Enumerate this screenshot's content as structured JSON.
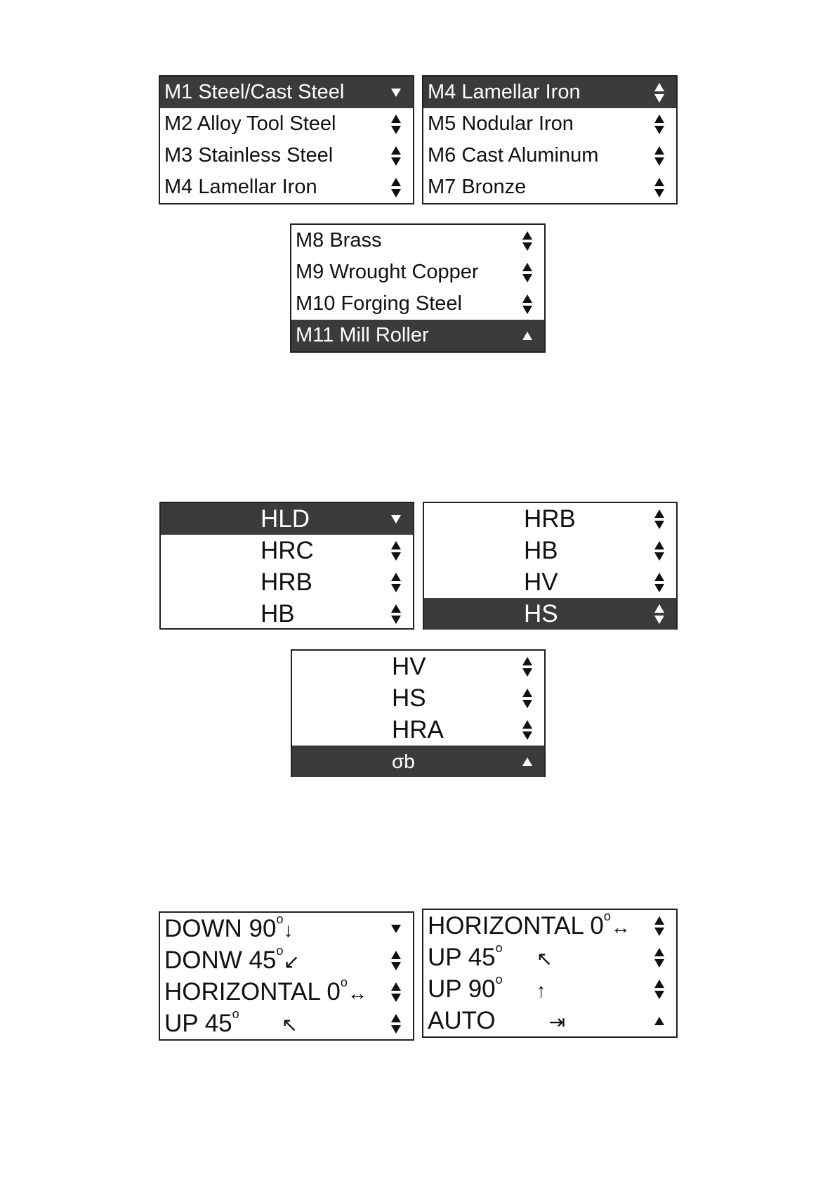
{
  "colors": {
    "selected_bg": "#3b3b3b",
    "selected_fg": "#ffffff",
    "border": "#222222"
  },
  "material_menus": [
    {
      "items": [
        {
          "label": "M1 Steel/Cast Steel",
          "selected": true,
          "arrow": "down"
        },
        {
          "label": "M2 Alloy Tool Steel",
          "selected": false,
          "arrow": "updown"
        },
        {
          "label": "M3 Stainless Steel",
          "selected": false,
          "arrow": "updown"
        },
        {
          "label": "M4 Lamellar Iron",
          "selected": false,
          "arrow": "updown"
        }
      ]
    },
    {
      "items": [
        {
          "label": "M4 Lamellar Iron",
          "selected": true,
          "arrow": "updown"
        },
        {
          "label": "M5 Nodular Iron",
          "selected": false,
          "arrow": "updown"
        },
        {
          "label": "M6 Cast Aluminum",
          "selected": false,
          "arrow": "updown"
        },
        {
          "label": "M7 Bronze",
          "selected": false,
          "arrow": "updown"
        }
      ]
    },
    {
      "items": [
        {
          "label": "M8 Brass",
          "selected": false,
          "arrow": "updown"
        },
        {
          "label": "M9 Wrought Copper",
          "selected": false,
          "arrow": "updown"
        },
        {
          "label": "M10 Forging Steel",
          "selected": false,
          "arrow": "updown"
        },
        {
          "label": "M11 Mill Roller",
          "selected": true,
          "arrow": "up"
        }
      ]
    }
  ],
  "hardness_menus": [
    {
      "items": [
        {
          "label": "HLD",
          "selected": true,
          "arrow": "down"
        },
        {
          "label": "HRC",
          "selected": false,
          "arrow": "updown"
        },
        {
          "label": "HRB",
          "selected": false,
          "arrow": "updown"
        },
        {
          "label": "HB",
          "selected": false,
          "arrow": "updown"
        }
      ]
    },
    {
      "items": [
        {
          "label": "HRB",
          "selected": false,
          "arrow": "updown"
        },
        {
          "label": "HB",
          "selected": false,
          "arrow": "updown"
        },
        {
          "label": "HV",
          "selected": false,
          "arrow": "updown"
        },
        {
          "label": "HS",
          "selected": true,
          "arrow": "updown"
        }
      ]
    },
    {
      "items": [
        {
          "label": "HV",
          "selected": false,
          "arrow": "updown"
        },
        {
          "label": "HS",
          "selected": false,
          "arrow": "updown"
        },
        {
          "label": "HRA",
          "selected": false,
          "arrow": "updown"
        },
        {
          "label": "σb",
          "selected": true,
          "arrow": "up"
        }
      ]
    }
  ],
  "direction_menus": [
    {
      "items": [
        {
          "text": "DOWN 90",
          "deg": "o",
          "symbol": "↓",
          "arrow": "down"
        },
        {
          "text": "DONW 45",
          "deg": "o",
          "symbol": "↙",
          "arrow": "updown"
        },
        {
          "text": "HORIZONTAL 0",
          "deg": "o",
          "symbol": "↔",
          "arrow": "updown"
        },
        {
          "text": "UP 45",
          "deg": "o",
          "symbol": "↖",
          "arrow": "updown"
        }
      ]
    },
    {
      "items": [
        {
          "text": "HORIZONTAL 0",
          "deg": "o",
          "symbol": "↔",
          "arrow": "updown"
        },
        {
          "text": "UP 45",
          "deg": "o",
          "symbol": "↖",
          "arrow": "updown"
        },
        {
          "text": "UP 90",
          "deg": "o",
          "symbol": "↑",
          "arrow": "updown"
        },
        {
          "text": "AUTO",
          "deg": "",
          "symbol": "⇥",
          "arrow": "up"
        }
      ]
    }
  ]
}
